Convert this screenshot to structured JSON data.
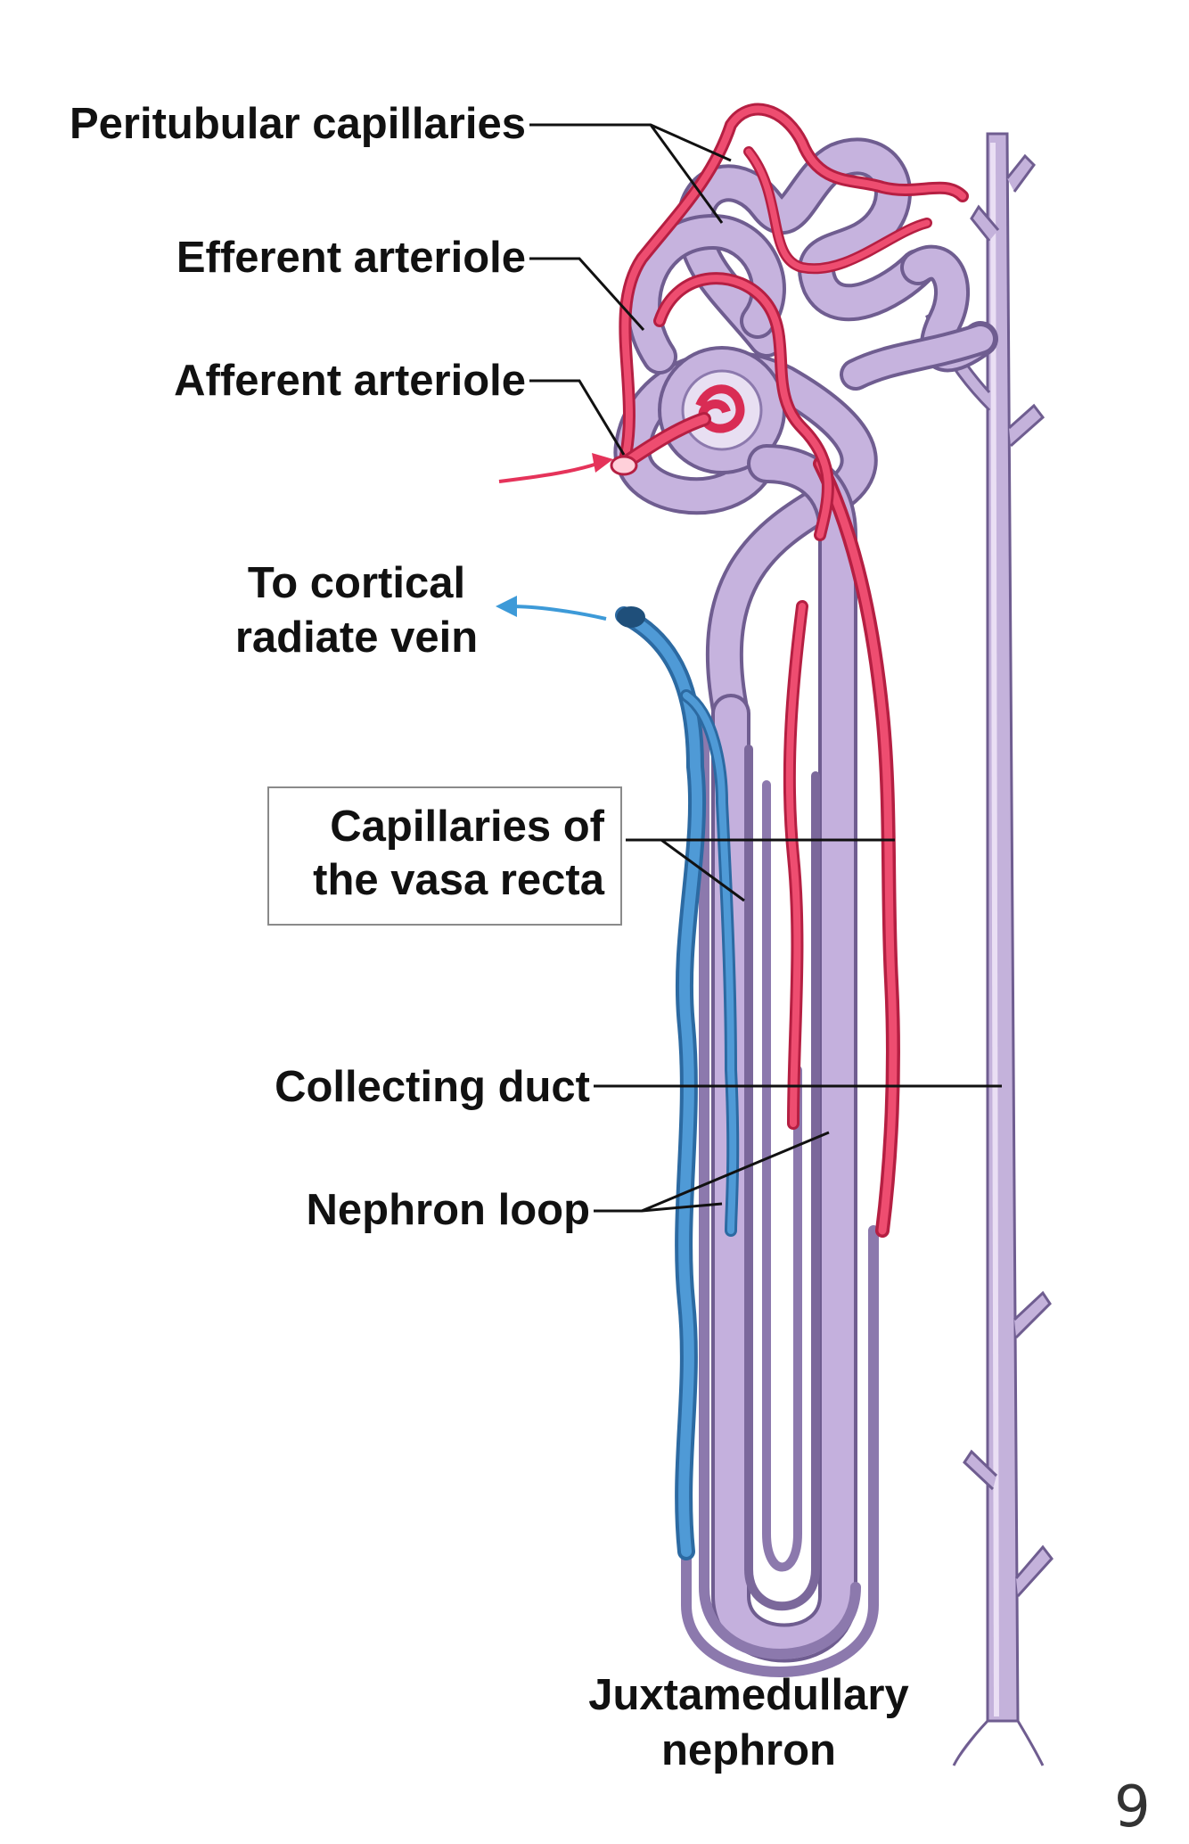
{
  "labels": {
    "peritubular_capillaries": "Peritubular capillaries",
    "efferent_arteriole": "Efferent arteriole",
    "afferent_arteriole": "Afferent arteriole",
    "to_cortical_line1": "To cortical",
    "to_cortical_line2": "radiate vein",
    "vasa_recta_line1": "Capillaries of",
    "vasa_recta_line2": "the vasa recta",
    "collecting_duct": "Collecting duct",
    "nephron_loop": "Nephron loop",
    "caption_line1": "Juxtamedullary",
    "caption_line2": "nephron"
  },
  "page_number": "9",
  "colors": {
    "tubule": "#b7a2cf",
    "tubule_dark": "#7d6a9c",
    "artery": "#e5335a",
    "vein": "#3d86c3",
    "leader": "#111111"
  }
}
